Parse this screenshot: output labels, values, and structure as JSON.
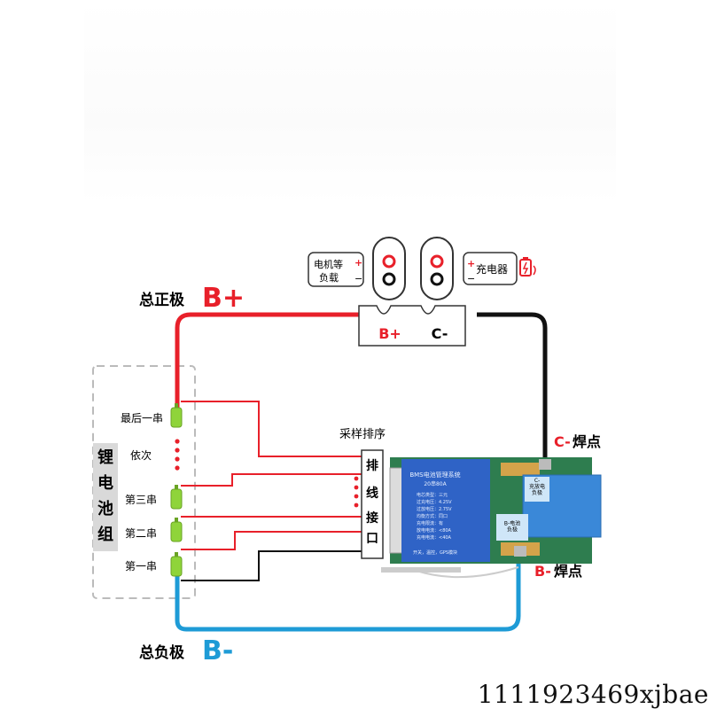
{
  "battery_pack": {
    "title": "锂电池组",
    "cells": [
      "最后一串",
      "依次",
      "第三串",
      "第二串",
      "第一串"
    ]
  },
  "terminals": {
    "pos_label": "总正极",
    "pos_code": "B+",
    "neg_label": "总负极",
    "neg_code": "B-"
  },
  "sampling": {
    "title": "采样排序",
    "connector": [
      "排",
      "线",
      "接",
      "口"
    ]
  },
  "output_block": {
    "b_plus": "B+",
    "c_minus": "C-"
  },
  "load": {
    "line1": "电机等",
    "line2": "负载",
    "plus": "+",
    "minus": "−"
  },
  "charger": {
    "label": "充电器",
    "plus": "+",
    "minus": "−"
  },
  "solder_points": {
    "c_code": "C-",
    "c_text": "焊点",
    "b_code": "B-",
    "b_text": "焊点"
  },
  "bms": {
    "title": "BMS电池管理系统",
    "subtitle": "20串80A",
    "specs": [
      "电芯类型：三元",
      "过充电压：4.25V",
      "过放电压：2.75V",
      "均衡方式：同口",
      "充电限流：有",
      "放电电流：<80A",
      "充电电流：<40A"
    ],
    "footer": "开关，温控，GPS模块",
    "pad_c": "C-\n充放电\n负极",
    "pad_b": "B-电池\n负极"
  },
  "watermark": "1111923469xjbae",
  "colors": {
    "red": "#e8202a",
    "black": "#111111",
    "blue": "#1e9bd6",
    "cell_green": "#8fd43a",
    "gray_dash": "#bbbbbb",
    "pack_label_bg": "#d9d9d9",
    "bms_blue": "#2f63c6",
    "pcb_green": "#2e7d4f"
  }
}
